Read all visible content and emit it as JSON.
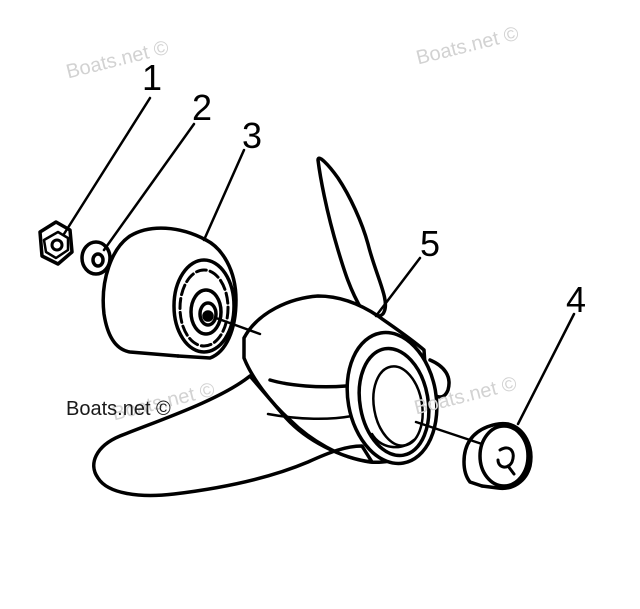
{
  "watermarks": {
    "top_left": "Boats.net ©",
    "top_right": "Boats.net ©",
    "mid_right": "Boats.net ©",
    "center": "Boats.net ©",
    "bottom_left": "Boats.net ©"
  },
  "callouts": {
    "one": "1",
    "two": "2",
    "three": "3",
    "four": "4",
    "five": "5"
  }
}
